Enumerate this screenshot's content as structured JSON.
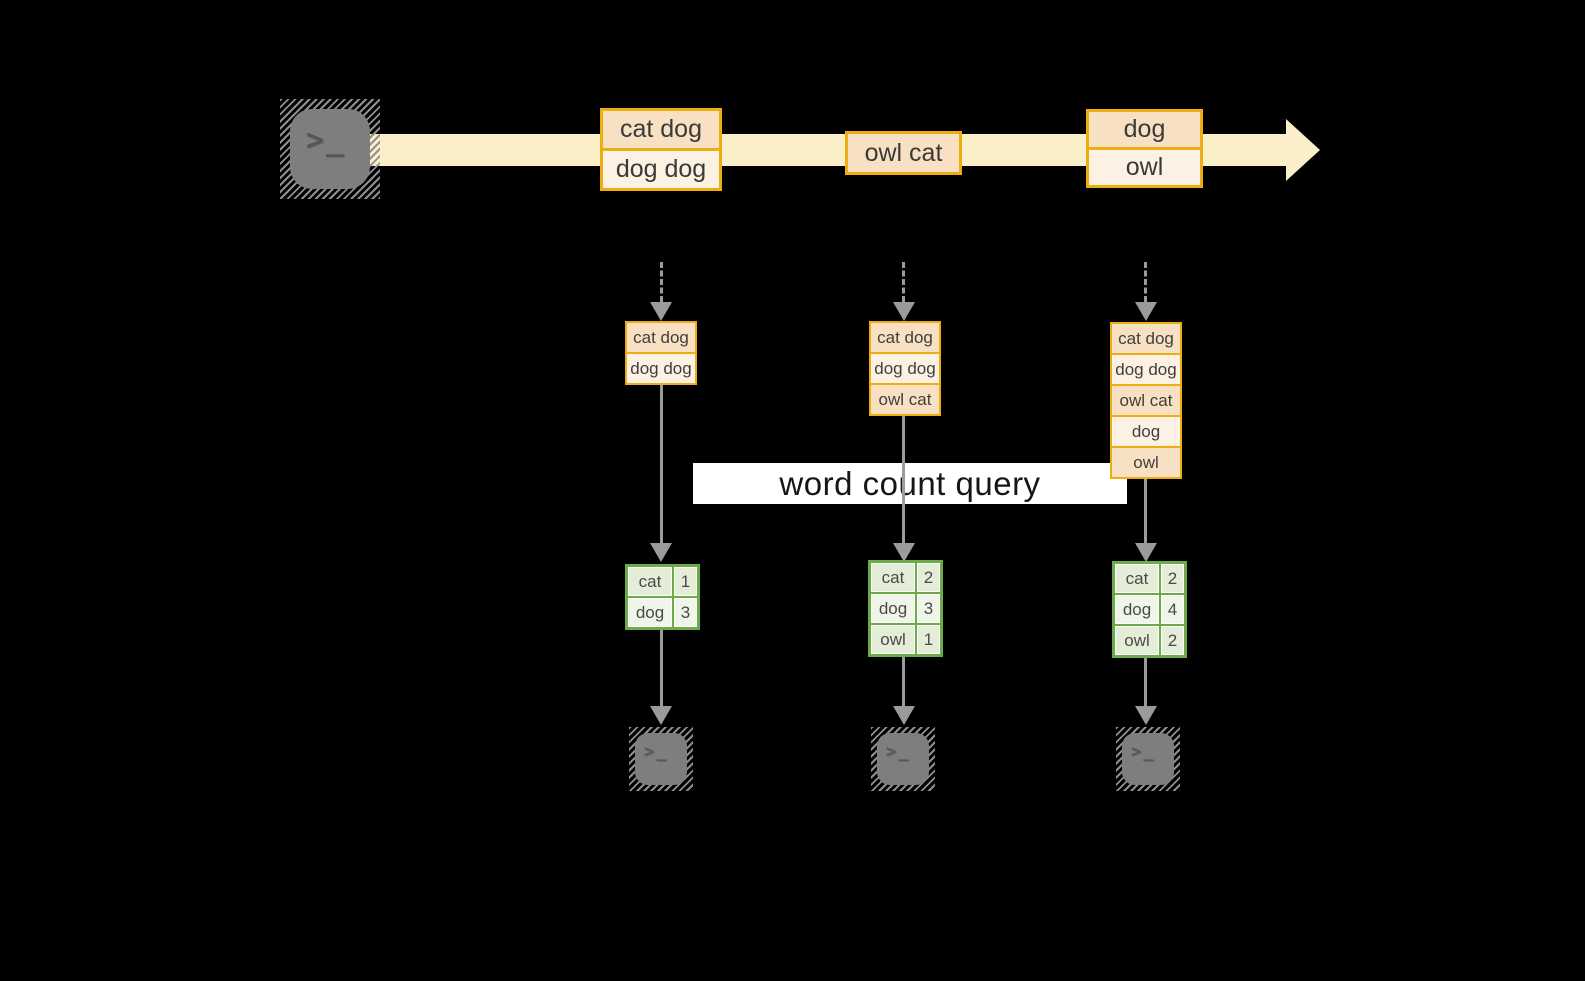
{
  "query": {
    "label": "word count query"
  },
  "terminal_glyph": ">_",
  "stream": {
    "batches": [
      {
        "records": [
          "cat dog",
          "dog dog"
        ]
      },
      {
        "records": [
          "owl cat"
        ]
      },
      {
        "records": [
          "dog",
          "owl"
        ]
      }
    ]
  },
  "panes": [
    {
      "inputs": [
        "cat dog",
        "dog dog"
      ],
      "counts": [
        {
          "word": "cat",
          "count": "1"
        },
        {
          "word": "dog",
          "count": "3"
        }
      ]
    },
    {
      "inputs": [
        "cat dog",
        "dog dog",
        "owl cat"
      ],
      "counts": [
        {
          "word": "cat",
          "count": "2"
        },
        {
          "word": "dog",
          "count": "3"
        },
        {
          "word": "owl",
          "count": "1"
        }
      ]
    },
    {
      "inputs": [
        "cat dog",
        "dog dog",
        "owl cat",
        "dog",
        "owl"
      ],
      "counts": [
        {
          "word": "cat",
          "count": "2"
        },
        {
          "word": "dog",
          "count": "4"
        },
        {
          "word": "owl",
          "count": "2"
        }
      ]
    }
  ],
  "colors": {
    "background": "#000000",
    "stream_band": "#FBEFC9",
    "box_border": "#EEAD10",
    "box_fill_dark": "#F8E0C2",
    "box_fill_light": "#FCF1E3",
    "table_border": "#6CAB47",
    "table_fill_dark": "#E3EDD7",
    "table_fill_light": "#EFF5E8",
    "arrow_gray": "#9B9B9B",
    "terminal_gray": "#7E7E7E",
    "query_band": "#FFFFFF"
  }
}
